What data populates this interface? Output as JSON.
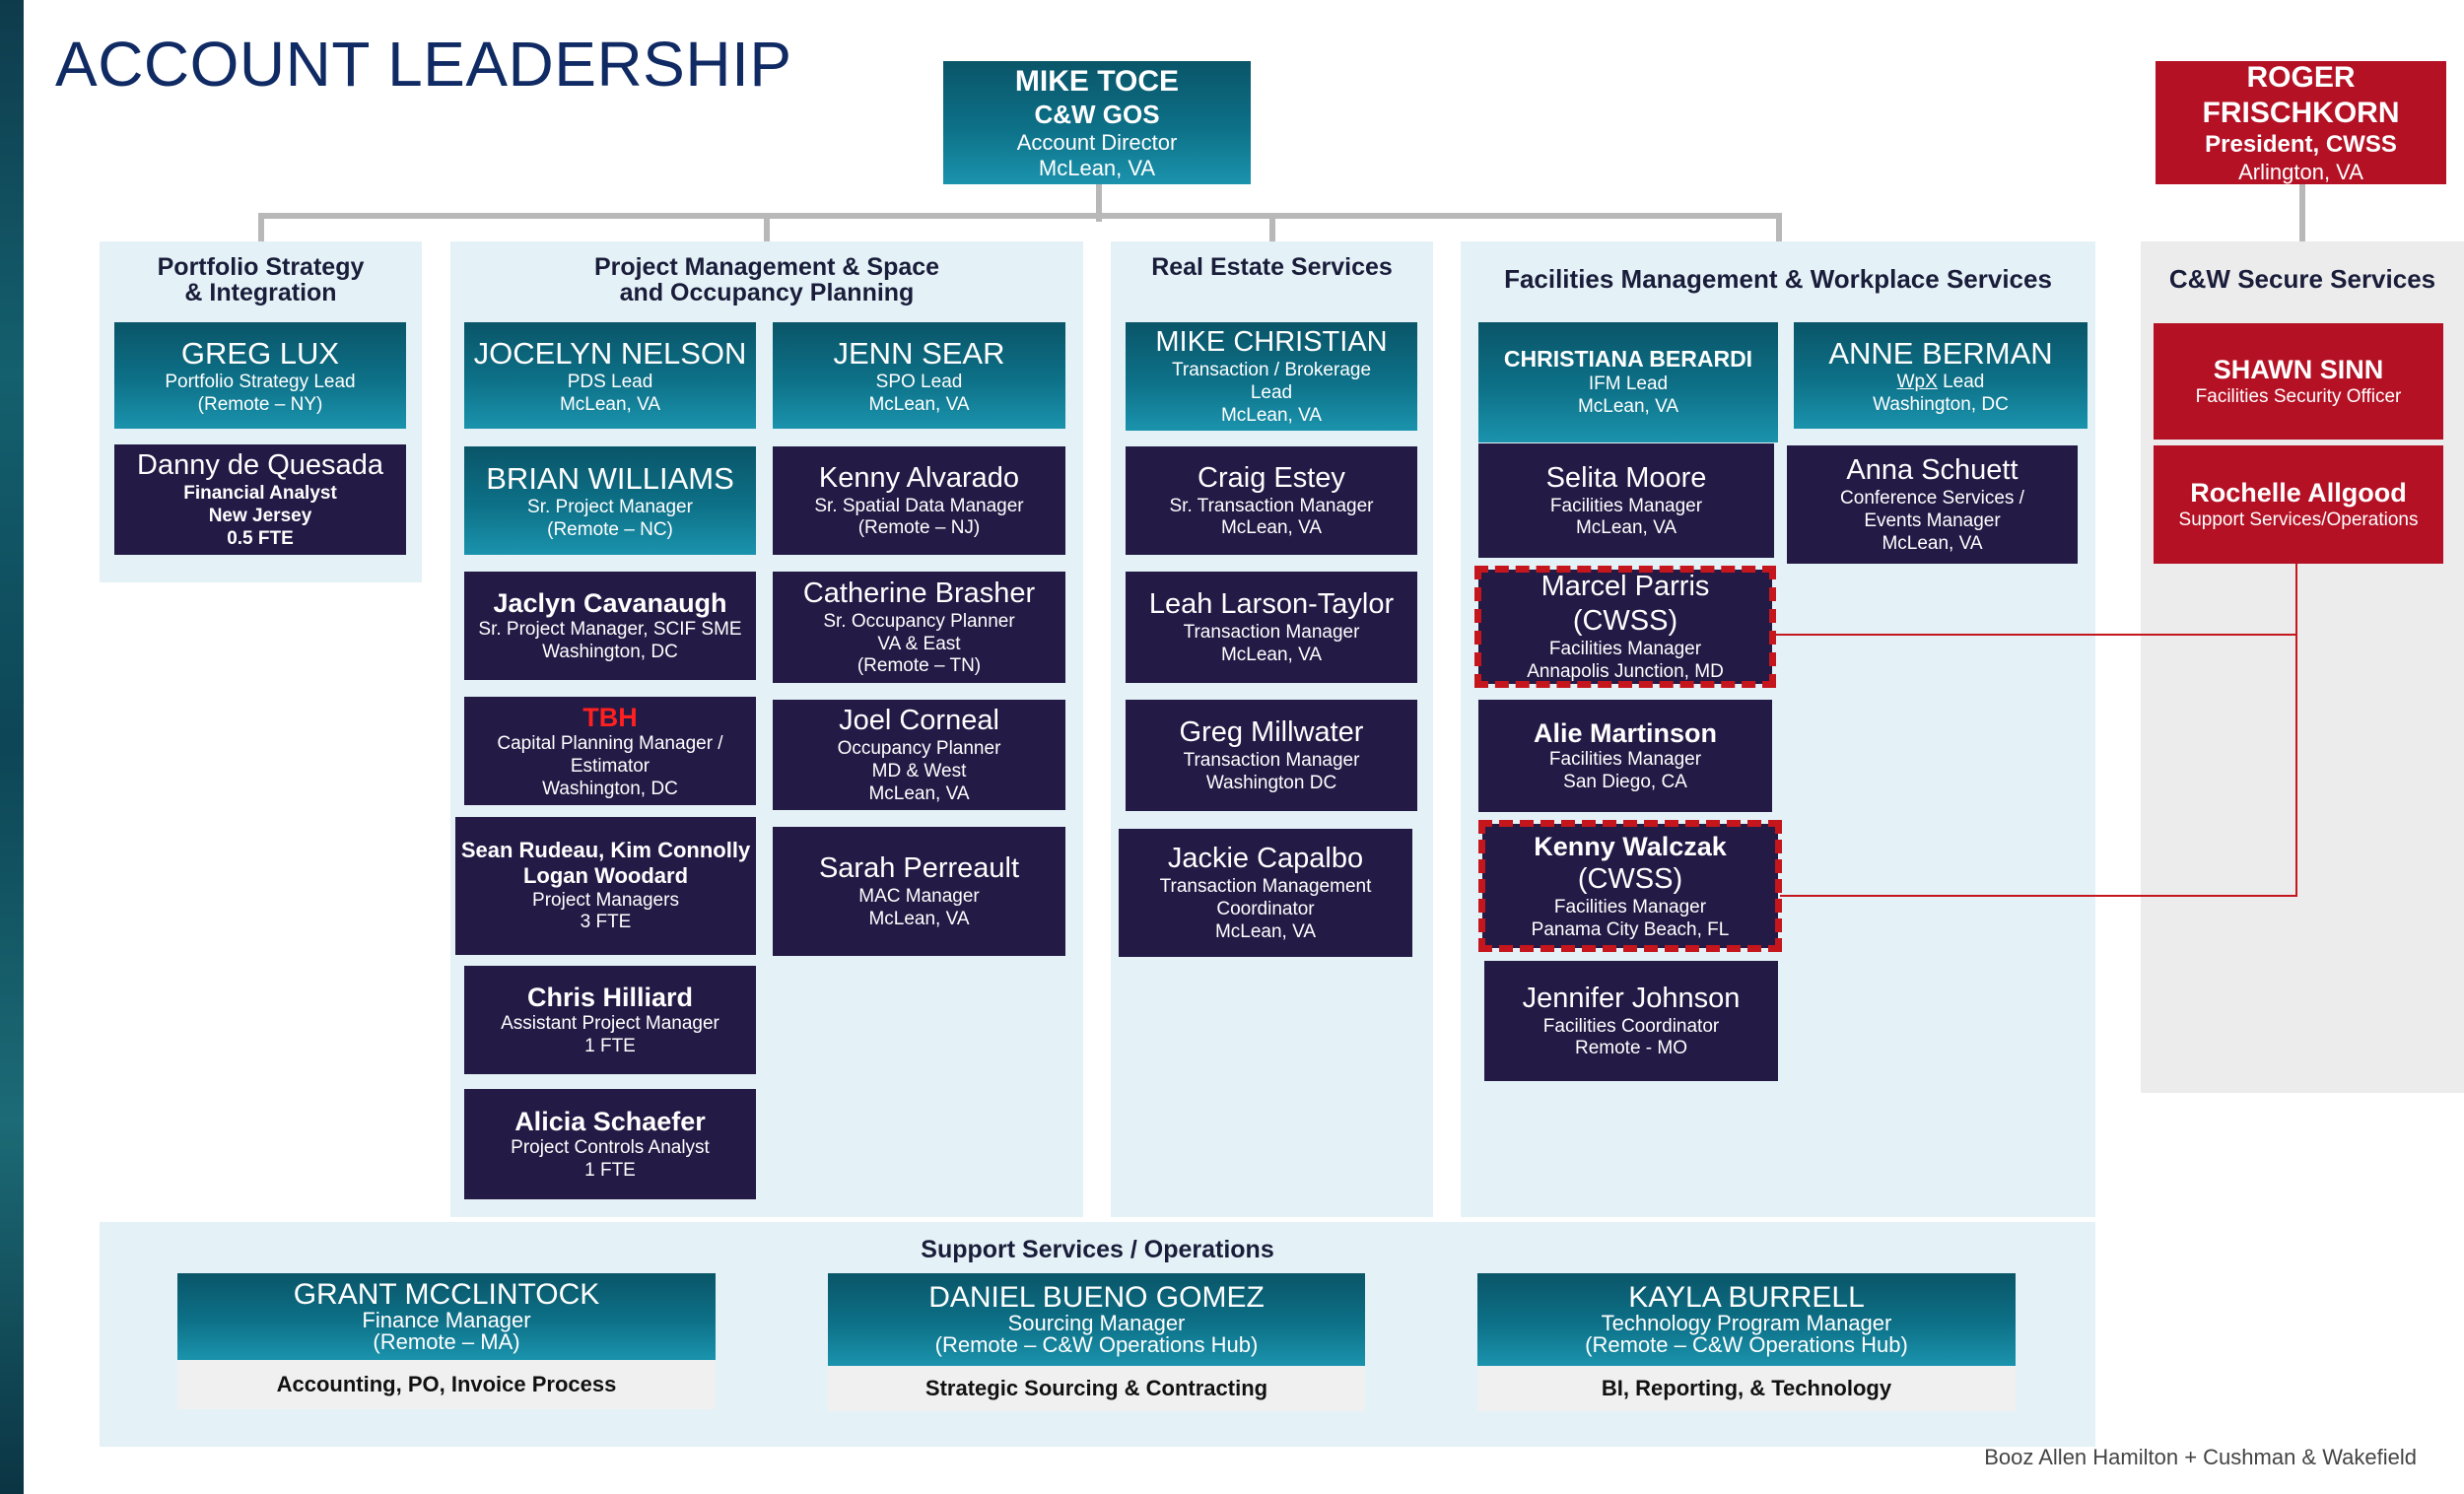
{
  "title": "ACCOUNT LEADERSHIP",
  "footer": "Booz Allen Hamilton + Cushman & Wakefield",
  "top": {
    "director": {
      "name": "MIKE TOCE",
      "org": "C&W GOS",
      "role": "Account Director",
      "loc": "McLean, VA"
    },
    "president": {
      "name_1": "ROGER",
      "name_2": "FRISCHKORN",
      "role": "President, CWSS",
      "loc": "Arlington, VA"
    }
  },
  "portfolio": {
    "header_1": "Portfolio Strategy",
    "header_2": "& Integration",
    "greg": {
      "name": "GREG LUX",
      "role": "Portfolio Strategy Lead",
      "loc": "(Remote – NY)"
    },
    "danny": {
      "name": "Danny de Quesada",
      "role": "Financial Analyst",
      "loc": "New Jersey",
      "fte": "0.5 FTE"
    }
  },
  "pm": {
    "header_1": "Project Management & Space",
    "header_2": "and Occupancy Planning",
    "jocelyn": {
      "name": "JOCELYN NELSON",
      "role": "PDS Lead",
      "loc": "McLean, VA"
    },
    "jenn": {
      "name": "JENN SEAR",
      "role": "SPO Lead",
      "loc": "McLean, VA"
    },
    "brian": {
      "name": "BRIAN WILLIAMS",
      "role": "Sr. Project Manager",
      "loc": "(Remote – NC)"
    },
    "kenny_a": {
      "name": "Kenny Alvarado",
      "role": "Sr. Spatial Data Manager",
      "loc": "(Remote – NJ)"
    },
    "jaclyn": {
      "name": "Jaclyn Cavanaugh",
      "role": "Sr. Project Manager, SCIF SME",
      "loc": "Washington, DC"
    },
    "catherine": {
      "name": "Catherine Brasher",
      "role": "Sr. Occupancy Planner",
      "area": "VA & East",
      "loc": "(Remote – TN)"
    },
    "tbh": {
      "name": "TBH",
      "role_1": "Capital Planning Manager /",
      "role_2": "Estimator",
      "loc": "Washington, DC"
    },
    "joel": {
      "name": "Joel Corneal",
      "role": "Occupancy Planner",
      "area": "MD & West",
      "loc": "McLean, VA"
    },
    "sean": {
      "name_1": "Sean Rudeau, Kim Connolly",
      "name_2": "Logan Woodard",
      "role": "Project Managers",
      "fte": "3 FTE"
    },
    "sarah": {
      "name": "Sarah Perreault",
      "role": "MAC Manager",
      "loc": "McLean, VA"
    },
    "chris": {
      "name": "Chris Hilliard",
      "role": "Assistant Project Manager",
      "fte": "1 FTE"
    },
    "alicia": {
      "name": "Alicia Schaefer",
      "role": "Project Controls Analyst",
      "fte": "1 FTE"
    }
  },
  "re": {
    "header": "Real Estate Services",
    "mike_c": {
      "name": "MIKE CHRISTIAN",
      "role_1": "Transaction / Brokerage",
      "role_2": "Lead",
      "loc": "McLean, VA"
    },
    "craig": {
      "name": "Craig Estey",
      "role": "Sr. Transaction Manager",
      "loc": "McLean, VA"
    },
    "leah": {
      "name": "Leah Larson-Taylor",
      "role": "Transaction Manager",
      "loc": "McLean, VA"
    },
    "greg_m": {
      "name": "Greg Millwater",
      "role": "Transaction Manager",
      "loc": "Washington DC"
    },
    "jackie": {
      "name": "Jackie Capalbo",
      "role_1": "Transaction Management",
      "role_2": "Coordinator",
      "loc": "McLean, VA"
    }
  },
  "fm": {
    "header": "Facilities Management & Workplace Services",
    "christiana": {
      "name": "CHRISTIANA BERARDI",
      "role": "IFM Lead",
      "loc": "McLean, VA"
    },
    "anne": {
      "name": "ANNE BERMAN",
      "role_prefix": "WpX",
      "role_suffix": " Lead",
      "loc": "Washington, DC"
    },
    "selita": {
      "name": "Selita Moore",
      "role": "Facilities Manager",
      "loc": "McLean, VA"
    },
    "anna": {
      "name": "Anna Schuett",
      "role_1": "Conference Services /",
      "role_2": "Events Manager",
      "loc": "McLean, VA"
    },
    "marcel": {
      "name": "Marcel Parris",
      "tag": "(CWSS)",
      "role": "Facilities Manager",
      "loc": "Annapolis Junction, MD"
    },
    "alie": {
      "name": "Alie Martinson",
      "role": "Facilities Manager",
      "loc": "San Diego, CA"
    },
    "kenny_w": {
      "name": "Kenny Walczak",
      "tag": "(CWSS)",
      "role": "Facilities Manager",
      "loc": "Panama City Beach, FL"
    },
    "jennifer": {
      "name": "Jennifer Johnson",
      "role": "Facilities Coordinator",
      "loc": "Remote - MO"
    }
  },
  "cwss": {
    "header": "C&W Secure Services",
    "shawn": {
      "name": "SHAWN SINN",
      "role": "Facilities Security Officer"
    },
    "rochelle": {
      "name": "Rochelle Allgood",
      "role": "Support Services/Operations"
    }
  },
  "support": {
    "header": "Support Services / Operations",
    "grant": {
      "name": "GRANT MCCLINTOCK",
      "role": "Finance Manager",
      "loc": "(Remote – MA)",
      "scope": "Accounting, PO, Invoice Process"
    },
    "daniel": {
      "name": "DANIEL BUENO GOMEZ",
      "role": "Sourcing Manager",
      "loc": "(Remote – C&W Operations Hub)",
      "scope": "Strategic Sourcing & Contracting"
    },
    "kayla": {
      "name": "KAYLA BURRELL",
      "role": "Technology Program Manager",
      "loc": "(Remote – C&W Operations Hub)",
      "scope": "BI, Reporting, & Technology"
    }
  },
  "colors": {
    "teal": "#0d7188",
    "navy": "#231a45",
    "red": "#b51125",
    "panel": "#e4f2f7",
    "title": "#102a64"
  }
}
